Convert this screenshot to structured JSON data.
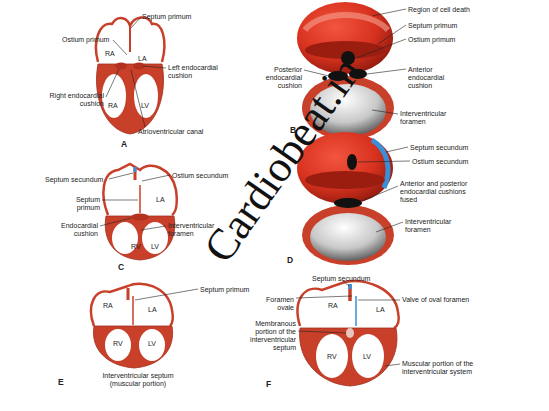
{
  "diagram": {
    "labels": [
      "Septum primum",
      "Ostium primum",
      "RA",
      "LA",
      "Left endocardial cushion",
      "Right endocardial cushion",
      "RA",
      "LV",
      "Atrioventricular canal",
      "A",
      "Region of cell death",
      "Septum primum",
      "Ostium primum",
      "Posterior endocardial cushion",
      "Anterior endocardial cushion",
      "Interventricular foramen",
      "B",
      "Septum secundum",
      "Ostium secundum",
      "LA",
      "Septum primum",
      "Endocardial cushion",
      "Interventricular foramen",
      "RV",
      "LV",
      "C",
      "Septum secundum",
      "Ostium secundum",
      "Anterior and posterior endocardial cushions fused",
      "Interventricular foramen",
      "D",
      "Septum primum",
      "RA",
      "LA",
      "RV",
      "LV",
      "Interventricular septum (muscular portion)",
      "E",
      "Septum secundum",
      "Foramen ovale",
      "RA",
      "Valve of oval foramen",
      "LA",
      "Membranous portion of the interventricular septum",
      "RV",
      "LV",
      "Muscular portion of the interventricular system",
      "F",
      "Cardiobeat.in"
    ]
  }
}
